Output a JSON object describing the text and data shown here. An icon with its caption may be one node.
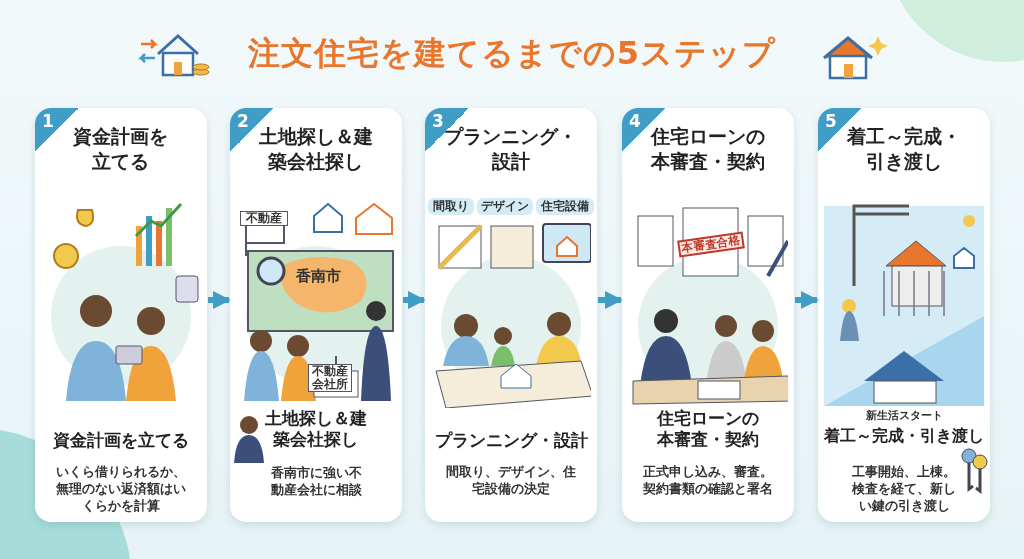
{
  "diagram": {
    "title": "注文住宅を建てるまでの5ステップ",
    "nodes": [
      {
        "text": [
          "1",
          "資金計画を立てる",
          "資金計画を立てる",
          "いくら借りられるか、無理のない返済額はいくらかを計算"
        ]
      },
      {
        "text": [
          "2",
          "土地探し＆建築会社探し",
          "土地探し＆建築会社探し",
          "香南市に強い不動産会社に相談"
        ]
      },
      {
        "text": [
          "3",
          "プランニング・設計",
          "プランニング・設計",
          "間取り、デザイン、住宅設備の決定"
        ]
      },
      {
        "text": [
          "4",
          "住宅ローンの本審査・契約",
          "住宅ローンの本審査・契約",
          "正式申し込み、審査。契約書類の確認と署名"
        ]
      },
      {
        "text": [
          "5",
          "着工～完成・引き渡し",
          "着工～完成・引き渡し",
          "工事開始、上棟。検査を経て、新しい鍵の引き渡し"
        ]
      }
    ],
    "edges": [
      {
        "from": 0,
        "to": 1,
        "arrow": "to"
      },
      {
        "from": 1,
        "to": 2,
        "arrow": "to"
      },
      {
        "from": 2,
        "to": 3,
        "arrow": "to"
      },
      {
        "from": 3,
        "to": 4,
        "arrow": "to"
      }
    ],
    "labels": [
      "不動産",
      "香南市",
      "不動産会社所",
      "間取り",
      "デザイン",
      "住宅設備",
      "本審査合格",
      "新生活スタート"
    ]
  }
}
